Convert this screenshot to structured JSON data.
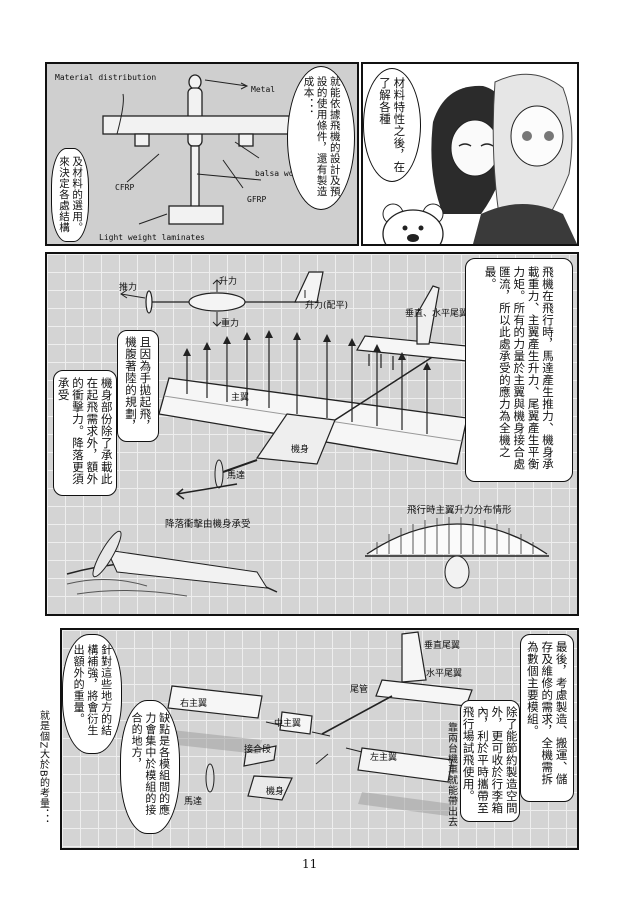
{
  "page_number": "11",
  "panel1": {
    "title": "Material distribution",
    "metal": "Metal",
    "balsa": "balsa wood",
    "cfrp": "CFRP",
    "gfrp": "GFRP",
    "laminates": "Light weight laminates",
    "bubble_left": "及材料的選用。來決定各處結構",
    "bubble_right": "就能依據飛機的設計及預設的使用條件，還有製造成本．．．"
  },
  "panel2": {
    "bubble": "材料特性之後，在了解各種"
  },
  "panel3": {
    "thrust": "推力",
    "lift": "升力",
    "gravity": "重力",
    "tail_lift": "升力(配平)",
    "tail_label": "垂直、水平尾翼",
    "main_wing": "主翼",
    "fuselage": "機身",
    "motor": "馬達",
    "landing_caption": "降落衝擊由機身承受",
    "lift_dist_caption": "飛行時主翼升力分布情形",
    "box_right": "飛機在飛行時，馬達產生推力、機身承載重力、主翼產生升力、尾翼產生平衡力矩。所有的力量於主翼與機身接合處匯流，所以此處承受的應力為全機之最。",
    "box_left_a": "且因為手拋起飛，機腹著陸的規劃，",
    "box_left_b": "機身部份除了承載此在起飛需求外，額外的衝擊力。降落更須承受"
  },
  "panel4": {
    "vertical_tail": "垂直尾翼",
    "horizontal_tail": "水平尾翼",
    "tail_boom": "尾管",
    "right_wing": "右主翼",
    "center_wing": "中主翼",
    "joint": "接合段",
    "left_wing": "左主翼",
    "motor": "馬達",
    "fuselage": "機身",
    "box_right": "最後，考慮製造、搬運、儲存及維修的需求，全機需拆為數個主要模組。",
    "box_mid": "除了能節約製造空間外，更可收於行李箱內，利於平時攜帶至飛行場試飛使用。",
    "note_mid": "靠兩台機車就能帶出去",
    "bubble_a": "缺點是各模組間的應力會集中於模組的接合的地方，",
    "bubble_b": "針對這些地方的結構補強，將會衍生出額外的重量。",
    "side_note": "就是個Z大於B的考量．．．"
  }
}
